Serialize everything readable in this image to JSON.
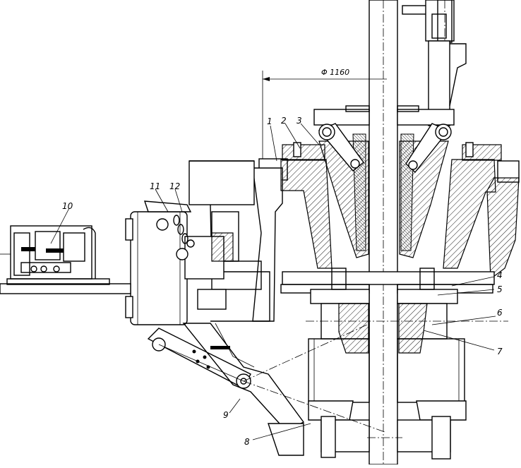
{
  "dimension": {
    "label": "Φ 1160"
  },
  "callouts": [
    {
      "id": "1",
      "text": "1"
    },
    {
      "id": "2",
      "text": "2"
    },
    {
      "id": "3",
      "text": "3"
    },
    {
      "id": "4",
      "text": "4"
    },
    {
      "id": "5",
      "text": "5"
    },
    {
      "id": "6",
      "text": "6"
    },
    {
      "id": "7",
      "text": "7"
    },
    {
      "id": "8",
      "text": "8"
    },
    {
      "id": "9",
      "text": "9"
    },
    {
      "id": "10",
      "text": "10"
    },
    {
      "id": "11",
      "text": "11"
    },
    {
      "id": "12",
      "text": "12"
    }
  ]
}
